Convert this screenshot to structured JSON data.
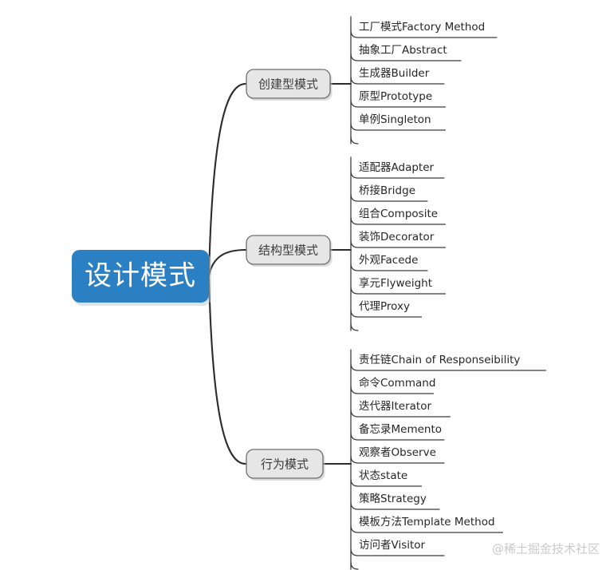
{
  "diagram": {
    "type": "mindmap",
    "title": "设计模式",
    "orientation": "left-to-right",
    "background_color": "#ffffff",
    "root": {
      "label": "设计模式",
      "fill_color": "#2b7fc3",
      "text_color": "#ffffff"
    },
    "branch_style": {
      "fill_color": "#e6e6e6",
      "border_color": "#6f6f6f",
      "text_color": "#3c3c3c"
    },
    "branches": [
      {
        "label": "创建型模式",
        "leaves": [
          {
            "label": "工厂模式Factory Method"
          },
          {
            "label": "抽象工厂Abstract"
          },
          {
            "label": "生成器Builder"
          },
          {
            "label": "原型Prototype"
          },
          {
            "label": "单例Singleton"
          }
        ]
      },
      {
        "label": "结构型模式",
        "leaves": [
          {
            "label": "适配器Adapter"
          },
          {
            "label": "桥接Bridge"
          },
          {
            "label": "组合Composite"
          },
          {
            "label": "装饰Decorator"
          },
          {
            "label": "外观Facede"
          },
          {
            "label": "享元Flyweight"
          },
          {
            "label": "代理Proxy"
          }
        ]
      },
      {
        "label": "行为模式",
        "leaves": [
          {
            "label": "责任链Chain of Responseibility"
          },
          {
            "label": "命令Command"
          },
          {
            "label": "迭代器Iterator"
          },
          {
            "label": "备忘录Memento"
          },
          {
            "label": "观察者Observe"
          },
          {
            "label": "状态state"
          },
          {
            "label": "策略Strategy"
          },
          {
            "label": "模板方法Template Method"
          },
          {
            "label": "访问者Visitor"
          }
        ]
      }
    ]
  },
  "watermark": {
    "text": "@稀土掘金技术社区"
  }
}
